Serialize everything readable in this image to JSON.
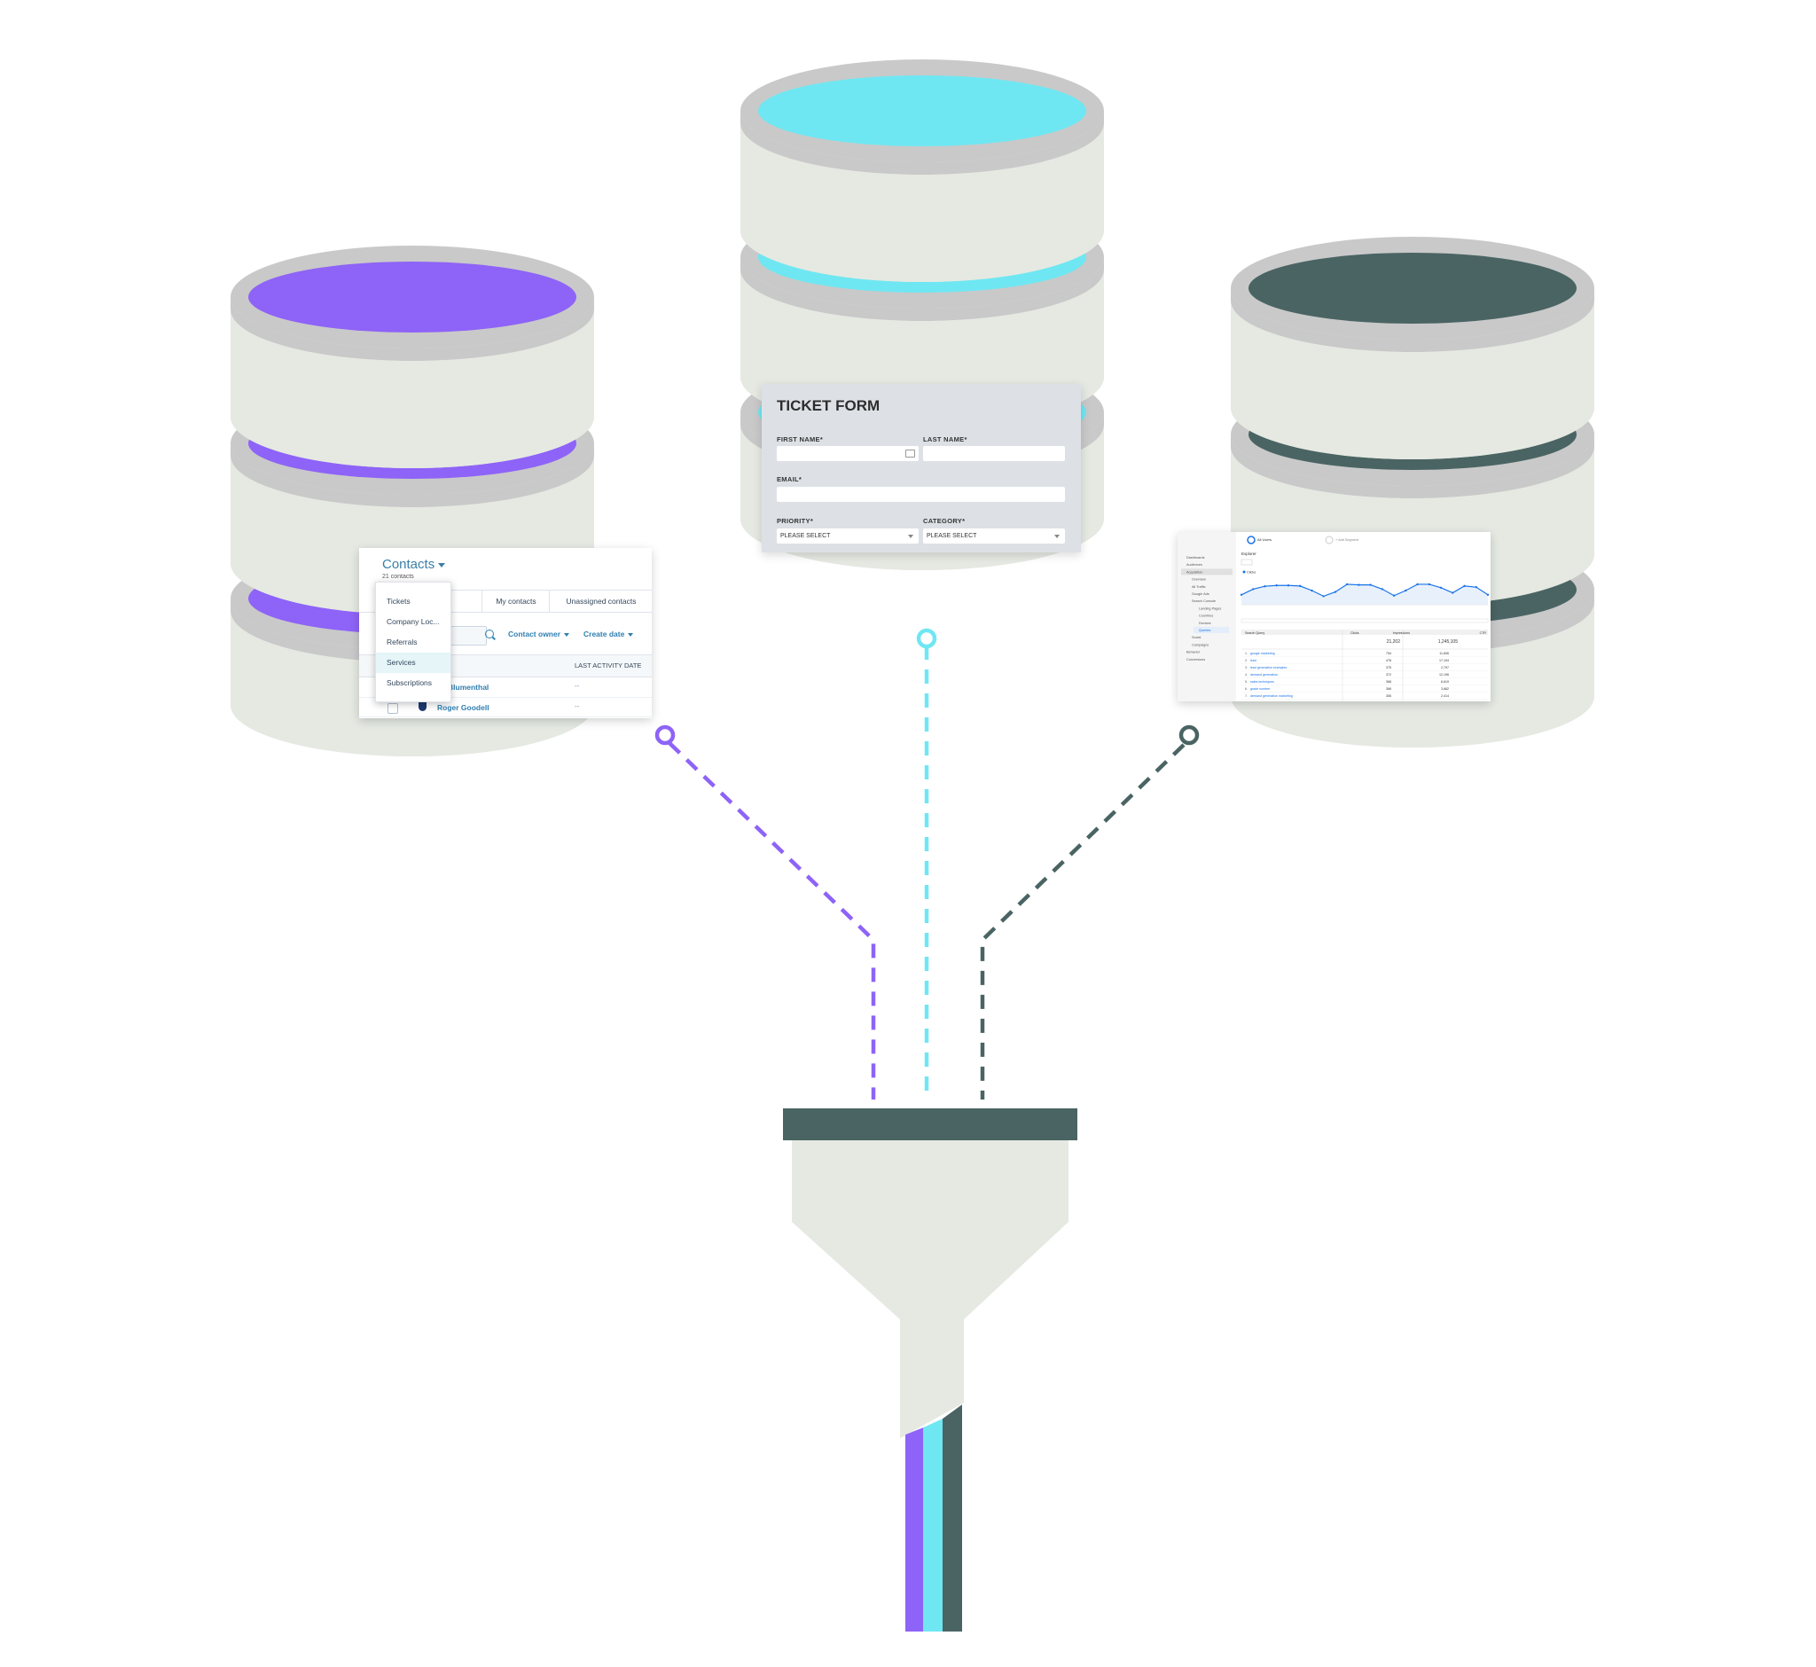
{
  "colors": {
    "purple": "#8e63f7",
    "cyan": "#6fe7f2",
    "slate": "#4a6463",
    "cylinder_body": "#e5e9e2",
    "cylinder_rim": "#c9c9c9"
  },
  "contacts_card": {
    "title": "Contacts",
    "count": "21 contacts",
    "tabs": [
      "",
      "My contacts",
      "Unassigned contacts"
    ],
    "filters": [
      "Contact owner",
      "Create date"
    ],
    "column_header": "LAST ACTIVITY DATE",
    "rows": [
      {
        "name": "Blumenthal",
        "activity": "--"
      },
      {
        "name": "Roger Goodell",
        "activity": "--"
      }
    ],
    "dropdown": [
      "Tickets",
      "Company Loc...",
      "Referrals",
      "Services",
      "Subscriptions"
    ],
    "dropdown_selected": "Services"
  },
  "ticket_form": {
    "title": "TICKET FORM",
    "first_name_label": "FIRST NAME*",
    "last_name_label": "LAST NAME*",
    "email_label": "EMAIL*",
    "priority_label": "PRIORITY*",
    "category_label": "CATEGORY*",
    "priority_value": "PLEASE SELECT",
    "category_value": "PLEASE SELECT"
  },
  "analytics_card": {
    "sidebar_items": [
      "Dashboards",
      "Audiences",
      "Acquisition",
      "Overview",
      "All Traffic",
      "Google Ads",
      "Search Console",
      "Landing Pages",
      "Countries",
      "Devices",
      "Queries",
      "Social",
      "Campaigns",
      "Behavior",
      "Conversions"
    ],
    "segment_label": "All Users",
    "add_segment": "+ Add Segment",
    "explorer_label": "Explorer",
    "metric_label": "Clicks",
    "series_values": [
      0.35,
      0.55,
      0.65,
      0.68,
      0.68,
      0.66,
      0.5,
      0.3,
      0.45,
      0.72,
      0.7,
      0.7,
      0.55,
      0.32,
      0.5,
      0.72,
      0.72,
      0.6,
      0.42,
      0.66,
      0.62,
      0.35
    ],
    "table_headers": [
      "Search Query",
      "Clicks",
      "Impressions",
      "CTR"
    ],
    "totals": [
      "21,202",
      "1,245,105"
    ],
    "rows": [
      {
        "q": "google marketing",
        "c": "754",
        "i": "11,606"
      },
      {
        "q": "lead",
        "c": "478",
        "i": "17,194"
      },
      {
        "q": "lead generation examples",
        "c": "375",
        "i": "2,797"
      },
      {
        "q": "demand generation",
        "c": "372",
        "i": "12,196"
      },
      {
        "q": "sales techniques",
        "c": "368",
        "i": "6,619"
      },
      {
        "q": "grade number",
        "c": "366",
        "i": "3,682"
      },
      {
        "q": "demand generation marketing",
        "c": "355",
        "i": "2,414"
      }
    ]
  }
}
